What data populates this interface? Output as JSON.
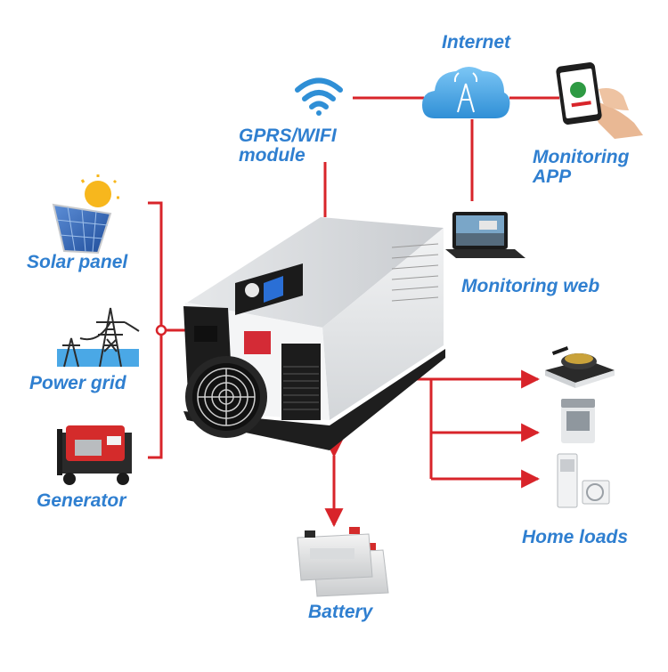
{
  "labels": {
    "internet": "Internet",
    "gprs_line1": "GPRS/WIFI",
    "gprs_line2": "module",
    "monitoring_app_line1": "Monitoring",
    "monitoring_app_line2": "APP",
    "monitoring_web": "Monitoring web",
    "solar_panel": "Solar panel",
    "power_grid": "Power grid",
    "generator": "Generator",
    "home_loads": "Home loads",
    "battery": "Battery"
  },
  "colors": {
    "label_blue": "#2f7fd0",
    "connector_red": "#d8242a",
    "cloud_blue": "#4aa8e6"
  },
  "icons": [
    "wifi-icon",
    "cloud-icon",
    "smartphone-icon",
    "laptop-icon",
    "solar-panel-icon",
    "power-pylon-icon",
    "generator-icon",
    "induction-cooker-icon",
    "washing-machine-icon",
    "air-conditioner-icon",
    "battery-icon"
  ]
}
